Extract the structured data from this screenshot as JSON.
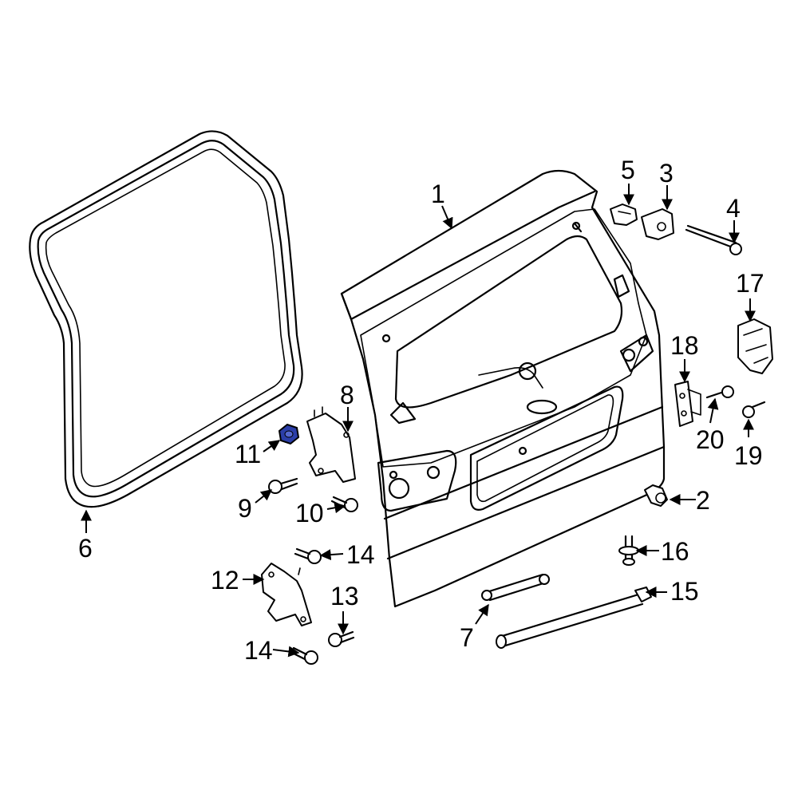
{
  "diagram": {
    "type": "exploded-parts-diagram",
    "highlight_color": "#2b3ea8",
    "line_color": "#000000",
    "background": "#ffffff",
    "callouts": [
      {
        "id": "c1",
        "label": "1"
      },
      {
        "id": "c2",
        "label": "2"
      },
      {
        "id": "c3",
        "label": "3"
      },
      {
        "id": "c4",
        "label": "4"
      },
      {
        "id": "c5",
        "label": "5"
      },
      {
        "id": "c6",
        "label": "6"
      },
      {
        "id": "c7",
        "label": "7"
      },
      {
        "id": "c8",
        "label": "8"
      },
      {
        "id": "c9",
        "label": "9"
      },
      {
        "id": "c10",
        "label": "10"
      },
      {
        "id": "c11",
        "label": "11",
        "highlighted": true
      },
      {
        "id": "c12",
        "label": "12"
      },
      {
        "id": "c13",
        "label": "13"
      },
      {
        "id": "c14a",
        "label": "14"
      },
      {
        "id": "c14b",
        "label": "14"
      },
      {
        "id": "c15",
        "label": "15"
      },
      {
        "id": "c16",
        "label": "16"
      },
      {
        "id": "c17",
        "label": "17"
      },
      {
        "id": "c18",
        "label": "18"
      },
      {
        "id": "c19",
        "label": "19"
      },
      {
        "id": "c20",
        "label": "20"
      }
    ]
  }
}
